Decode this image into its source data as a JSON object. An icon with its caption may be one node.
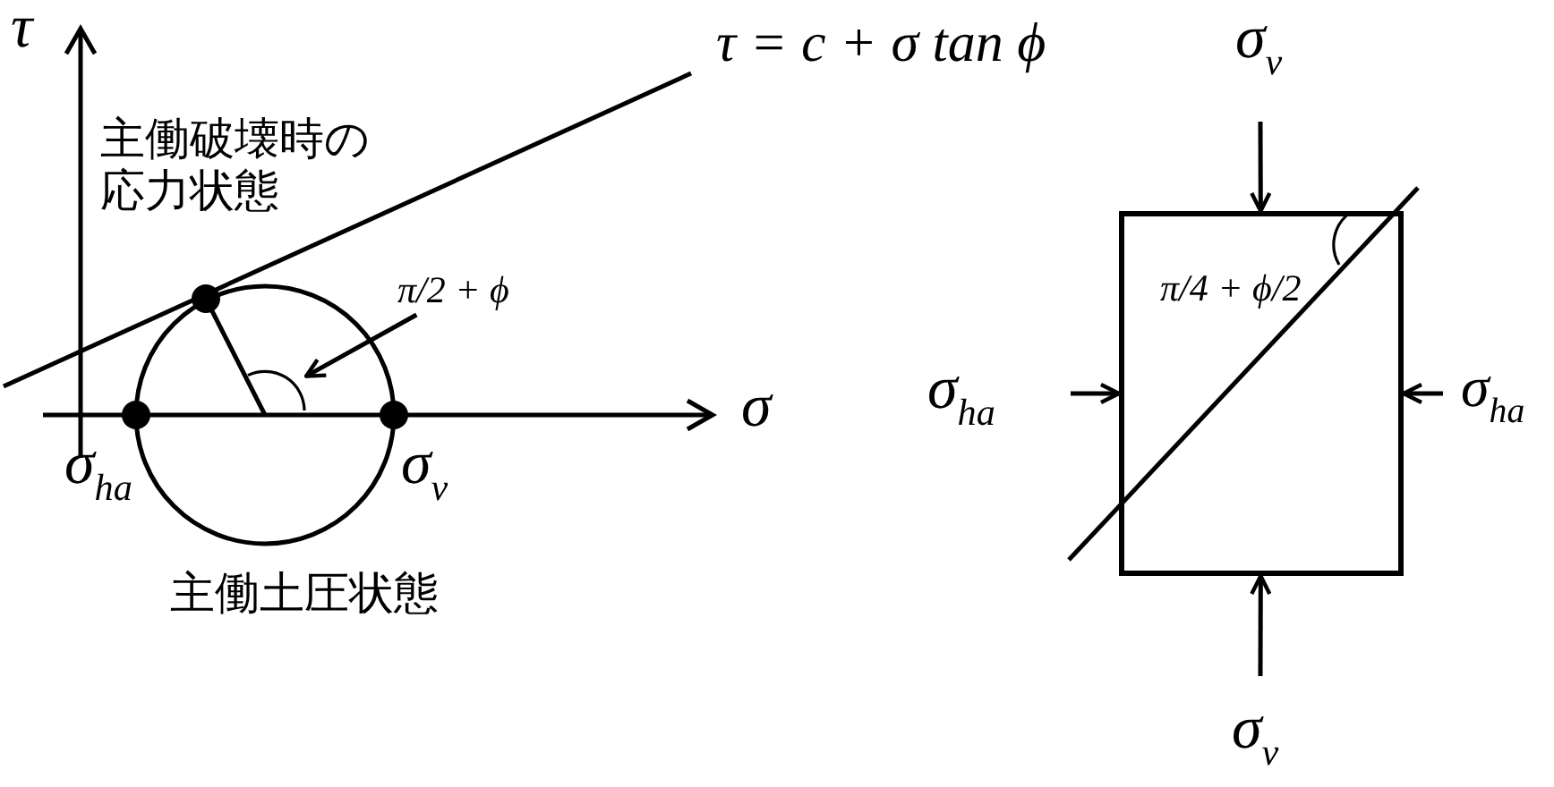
{
  "diagram": {
    "nodes": [
      {
        "text": [
          "π/4 + ϕ/2"
        ]
      },
      {
        "text": [
          "π/2 + ϕ"
        ]
      },
      {
        "text": [],
        "shape": "arc"
      }
    ],
    "edges": [
      {
        "from": null,
        "to": 0,
        "arrow": "to"
      },
      {
        "from": null,
        "to": 0,
        "arrow": "to"
      },
      {
        "from": null,
        "to": 0,
        "arrow": "to"
      },
      {
        "from": null,
        "to": 0,
        "arrow": "to"
      },
      {
        "from": 1,
        "to": 2,
        "arrow": "to"
      }
    ],
    "labels": [
      "τ",
      "τ = c + σ tan ϕ",
      "主働破壊時の応力状態",
      "σ",
      "σ$_{ha}$",
      "σ$_{v}$",
      "主働土圧状態",
      "σ$_{v}$",
      "σ$_{ha}$",
      "σ$_{ha}$",
      "σ$_{v}$"
    ]
  }
}
